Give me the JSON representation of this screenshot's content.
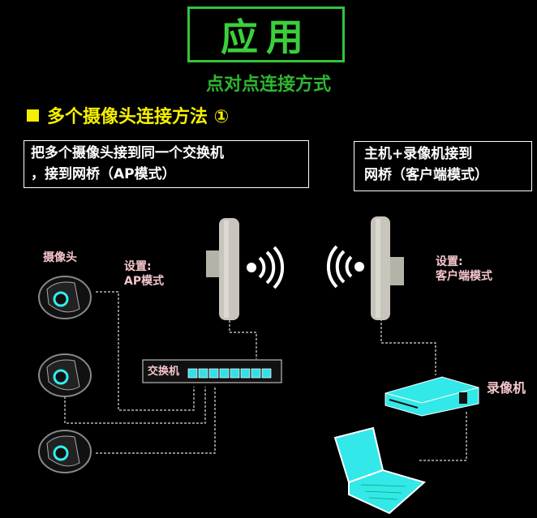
{
  "title": "应用",
  "subtitle": "点对点连接方式",
  "heading": "多个摄像头连接方法 ①",
  "note_left": [
    "把多个摄像头接到同一个交换机",
    "，接到网桥（AP模式）"
  ],
  "note_right": [
    "主机+录像机接到",
    "网桥（客户端模式）"
  ],
  "labels": {
    "camera": "摄像头",
    "ap_setting": [
      "设置:",
      "AP模式"
    ],
    "client_setting": [
      "设置:",
      "客户端模式"
    ],
    "switch": "交换机",
    "dvr": "录像机"
  },
  "colors": {
    "title_green": "#33c43a",
    "heading_yellow": "#f5f000",
    "label_pink": "#f6c6cc",
    "device_cyan": "#33e8e8"
  }
}
